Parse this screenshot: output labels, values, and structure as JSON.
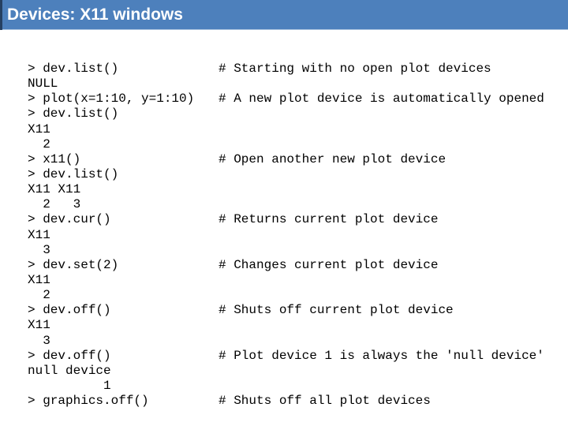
{
  "header": {
    "title": "Devices: X11 windows",
    "bg_color": "#4d80bc",
    "accent_color": "#254061",
    "text_color": "#ffffff"
  },
  "console": {
    "code_lines": [
      "> dev.list()",
      "NULL",
      "> plot(x=1:10, y=1:10)",
      "> dev.list()",
      "X11",
      "  2",
      "> x11()",
      "> dev.list()",
      "X11 X11",
      "  2   3",
      "> dev.cur()",
      "X11",
      "  3",
      "> dev.set(2)",
      "X11",
      "  2",
      "> dev.off()",
      "X11",
      "  3",
      "> dev.off()",
      "null device",
      "          1",
      "> graphics.off()"
    ],
    "comment_lines": [
      "# Starting with no open plot devices",
      "",
      "# A new plot device is automatically opened",
      "",
      "",
      "",
      "# Open another new plot device",
      "",
      "",
      "",
      "# Returns current plot device",
      "",
      "",
      "# Changes current plot device",
      "",
      "",
      "# Shuts off current plot device",
      "",
      "",
      "# Plot device 1 is always the 'null device'",
      "",
      "",
      "# Shuts off all plot devices"
    ]
  }
}
